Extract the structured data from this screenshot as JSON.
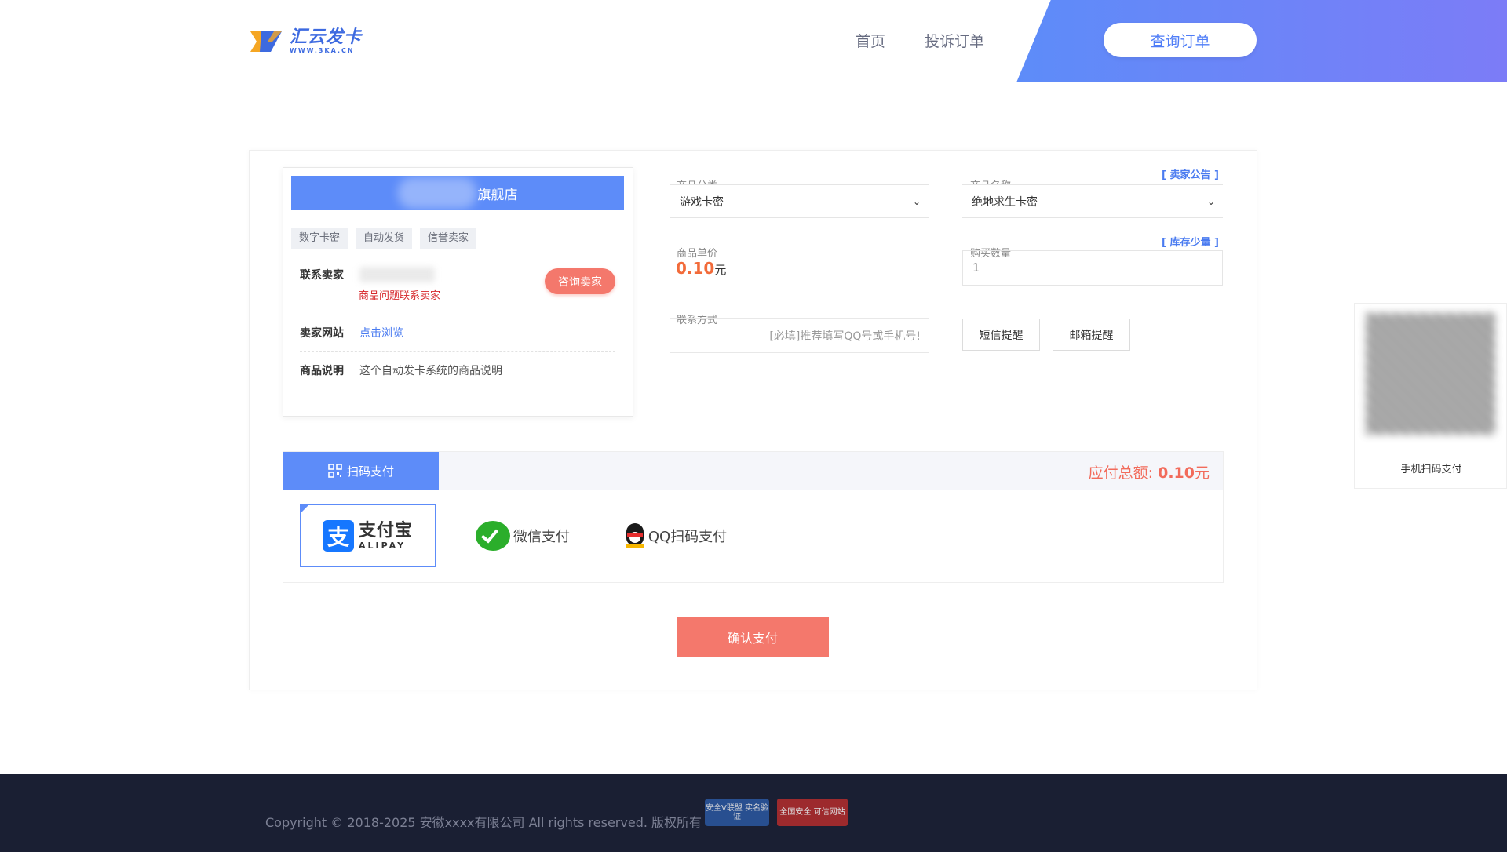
{
  "header": {
    "logo_title": "汇云发卡",
    "logo_sub": "WWW.3KA.CN",
    "nav": {
      "home": "首页",
      "complain": "投诉订单"
    },
    "query_button": "查询订单"
  },
  "shop": {
    "name_suffix": "旗舰店",
    "tags": [
      "数字卡密",
      "自动发货",
      "信誉卖家"
    ],
    "contact_label": "联系卖家",
    "contact_note": "商品问题联系卖家",
    "consult_button": "咨询卖家",
    "site_label": "卖家网站",
    "site_link": "点击浏览",
    "desc_label": "商品说明",
    "desc_value": "这个自动发卡系统的商品说明"
  },
  "form": {
    "category_label": "商品分类",
    "category_value": "游戏卡密",
    "product_label": "商品名称",
    "product_value": "绝地求生卡密",
    "notice_link": "[ 卖家公告 ]",
    "price_label": "商品单价",
    "price_value": "0.10",
    "price_unit": "元",
    "qty_label": "购买数量",
    "qty_value": "1",
    "stock_link": "[ 库存少量 ]",
    "contact_label": "联系方式",
    "contact_placeholder": "[必填]推荐填写QQ号或手机号!",
    "sms_button": "短信提醒",
    "email_button": "邮箱提醒"
  },
  "payment": {
    "tab_label": "扫码支付",
    "total_label": "应付总额:",
    "total_amount": "0.10",
    "total_unit": "元",
    "options": {
      "alipay_cn": "支付宝",
      "alipay_en": "ALIPAY",
      "wechat": "微信支付",
      "qq": "QQ扫码支付"
    },
    "confirm_button": "确认支付"
  },
  "side_qr": {
    "caption": "手机扫码支付"
  },
  "footer": {
    "copyright": "Copyright © 2018-2025 安徽xxxx有限公司 All rights reserved. 版权所有",
    "badge_blue": "安全V联盟 实名验证",
    "badge_red": "全国安全 可信网站"
  },
  "colors": {
    "accent": "#5d8cf9",
    "price": "#f26b3a",
    "button_red": "#f4786c",
    "footer_bg": "#1a1f33"
  }
}
